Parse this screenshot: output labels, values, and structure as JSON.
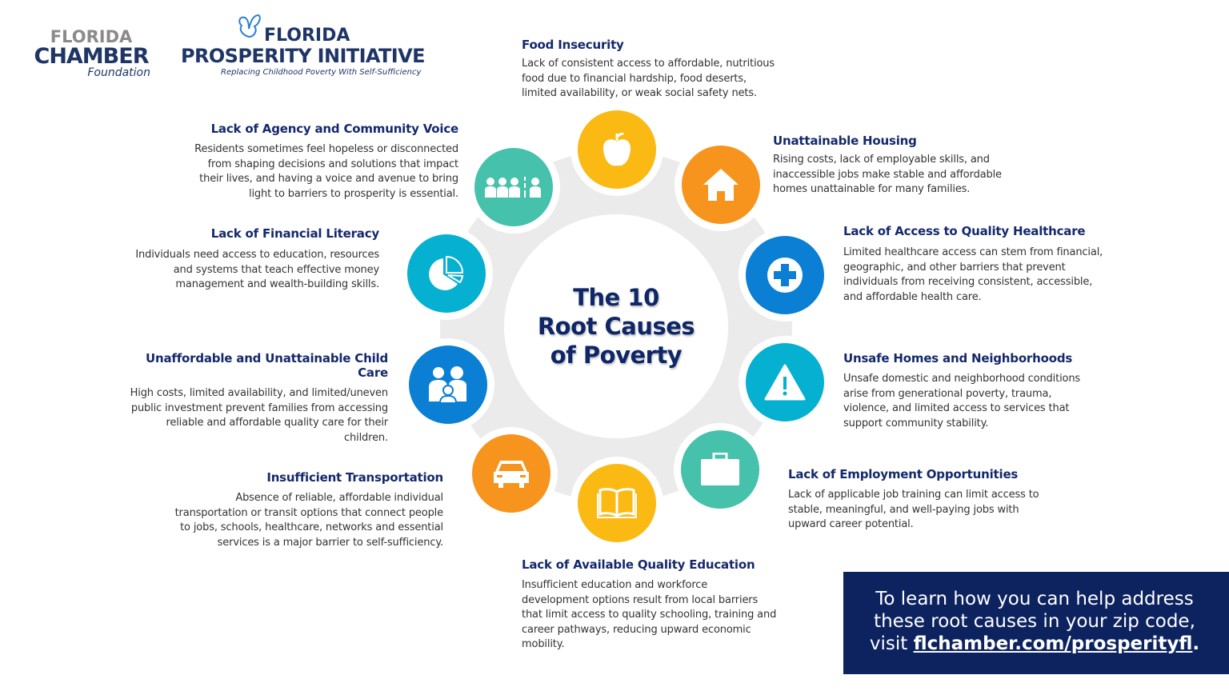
{
  "logos": {
    "chamber": {
      "line1": "FLORIDA",
      "line2": "CHAMBER",
      "line3": "Foundation"
    },
    "prosperity": {
      "line1": "FLORIDA",
      "line2": "PROSPERITY INITIATIVE",
      "tagline": "Replacing Childhood Poverty With Self-Sufficiency"
    }
  },
  "center_title": {
    "line1": "The 10",
    "line2": "Root Causes",
    "line3": "of Poverty"
  },
  "causes": [
    {
      "title": "Food Insecurity",
      "text": "Lack of consistent access to affordable, nutritious food due to financial hardship, food deserts, limited availability, or weak social safety nets.",
      "icon": "apple-icon",
      "color": "#fbb913"
    },
    {
      "title": "Unattainable Housing",
      "text": "Rising costs, lack of employable skills, and inaccessible jobs make stable and affordable homes unattainable for many families.",
      "icon": "house-icon",
      "color": "#f7941d"
    },
    {
      "title": "Lack of Access to Quality Healthcare",
      "text": "Limited healthcare access can stem from financial, geographic, and other barriers that prevent individuals from receiving consistent, accessible, and affordable health care.",
      "icon": "medical-cross-icon",
      "color": "#0a7fd4"
    },
    {
      "title": "Unsafe Homes and Neighborhoods",
      "text": "Unsafe domestic and neighborhood conditions arise from generational poverty, trauma, violence, and limited access to services that support community stability.",
      "icon": "warning-icon",
      "color": "#06b0d0"
    },
    {
      "title": "Lack of Employment Opportunities",
      "text": "Lack of applicable job training can limit access to stable, meaningful, and well-paying jobs with upward career potential.",
      "icon": "briefcase-icon",
      "color": "#45c1ac"
    },
    {
      "title": "Lack of Available Quality Education",
      "text": "Insufficient education and workforce development options result from local barriers that limit access to quality schooling, training and career pathways, reducing upward economic mobility.",
      "icon": "book-icon",
      "color": "#fbb913"
    },
    {
      "title": "Insufficient Transportation",
      "text": "Absence of reliable, affordable individual transportation or transit options that connect people to jobs, schools, healthcare, networks and essential services is a major barrier to self-sufficiency.",
      "icon": "car-icon",
      "color": "#f7941d"
    },
    {
      "title": "Unaffordable and Unattainable Child Care",
      "text": "High costs, limited availability, and limited/uneven public investment prevent families from accessing reliable and affordable quality care for their children.",
      "icon": "family-icon",
      "color": "#0a7fd4"
    },
    {
      "title": "Lack of Financial Literacy",
      "text": "Individuals need access to education, resources and systems that teach effective money management and wealth-building skills.",
      "icon": "pie-chart-icon",
      "color": "#06b0d0"
    },
    {
      "title": "Lack of Agency and Community Voice",
      "text": "Residents sometimes feel hopeless or disconnected from shaping decisions and solutions that impact their lives, and having a voice and avenue to bring light to barriers to prosperity is essential.",
      "icon": "community-icon",
      "color": "#45c1ac"
    }
  ],
  "cta": {
    "line1": "To learn how you can help address these root causes in your zip code,",
    "visit": "visit",
    "link": "flchamber.com/prosperityfl",
    "period": "."
  },
  "colors": {
    "navy": "#14296b",
    "ring": "#ebebeb",
    "cta_bg": "#0d2360"
  }
}
